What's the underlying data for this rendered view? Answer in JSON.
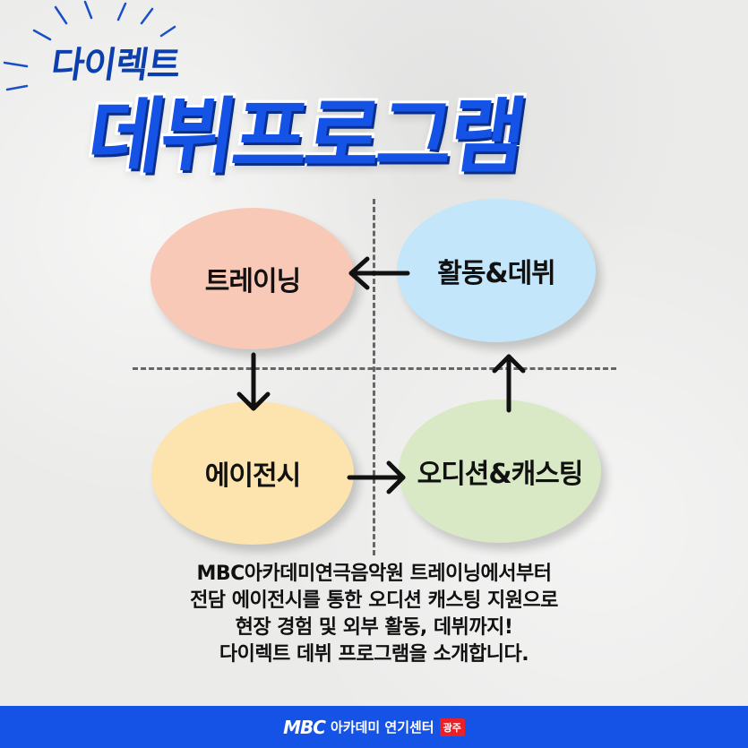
{
  "header": {
    "subtitle": "다이렉트",
    "title": "데뷔프로그램"
  },
  "diagram": {
    "steps": [
      {
        "label": "트레이닝",
        "color": "#f9c9b8"
      },
      {
        "label": "활동&데뷔",
        "color": "#c3e6fa"
      },
      {
        "label": "에이전시",
        "color": "#fde3ad"
      },
      {
        "label": "오디션&캐스팅",
        "color": "#d9e9c5"
      }
    ]
  },
  "description": {
    "lines": [
      "MBC아카데미연극음악원 트레이닝에서부터",
      "전담 에이전시를 통한 오디션 캐스팅 지원으로",
      "현장 경험 및 외부 활동, 데뷔까지!",
      "다이렉트 데뷔 프로그램을 소개합니다."
    ]
  },
  "footer": {
    "logo": "MBC",
    "name": "아카데미 연기센터",
    "badge": "광주",
    "background": "#1553e6"
  },
  "colors": {
    "title_blue": "#1553e6",
    "subtitle_blue": "#0c3fae"
  }
}
